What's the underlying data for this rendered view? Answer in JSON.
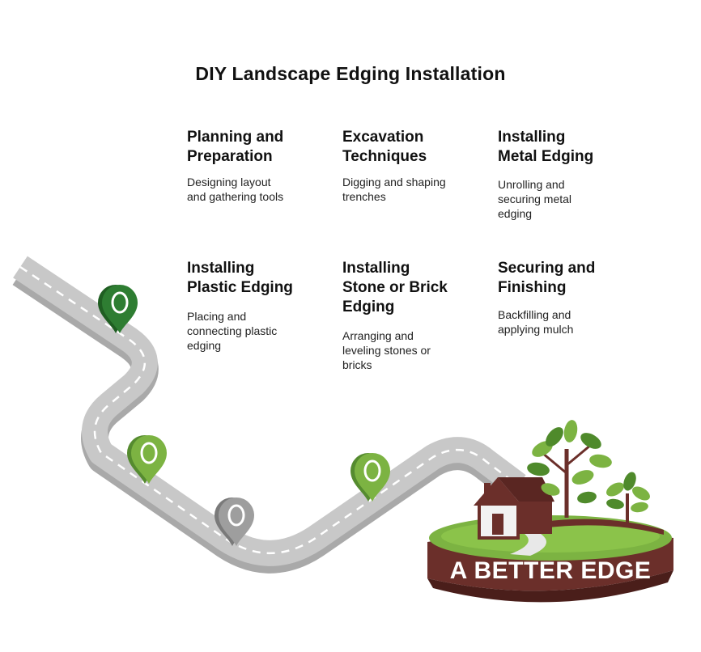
{
  "title": "DIY Landscape Edging Installation",
  "steps": [
    {
      "title_line1": "Planning and",
      "title_line2": "Preparation",
      "title_line3": "",
      "desc_line1": "Designing layout",
      "desc_line2": "and gathering tools",
      "desc_line3": ""
    },
    {
      "title_line1": "Excavation",
      "title_line2": "Techniques",
      "title_line3": "",
      "desc_line1": "Digging and shaping",
      "desc_line2": "trenches",
      "desc_line3": ""
    },
    {
      "title_line1": "Installing",
      "title_line2": "Metal Edging",
      "title_line3": "",
      "desc_line1": "Unrolling and",
      "desc_line2": "securing metal",
      "desc_line3": "edging"
    },
    {
      "title_line1": "Installing",
      "title_line2": "Plastic Edging",
      "title_line3": "",
      "desc_line1": "Placing and",
      "desc_line2": "connecting plastic",
      "desc_line3": "edging"
    },
    {
      "title_line1": "Installing",
      "title_line2": "Stone or Brick",
      "title_line3": "Edging",
      "desc_line1": "Arranging and",
      "desc_line2": "leveling stones or",
      "desc_line3": "bricks"
    },
    {
      "title_line1": "Securing and",
      "title_line2": "Finishing",
      "title_line3": "",
      "desc_line1": "Backfilling and",
      "desc_line2": "applying mulch",
      "desc_line3": ""
    }
  ],
  "logo": {
    "text": "A BETTER EDGE"
  },
  "colors": {
    "road": "#c8c8c8",
    "road_edge": "#a9a9a9",
    "road_line": "#ffffff",
    "pin_dark_green": "#2e7d32",
    "pin_green": "#7cb342",
    "pin_gray": "#9e9e9e",
    "logo_brown": "#6b2f2a",
    "logo_green": "#7cb342",
    "logo_dark_green": "#4f8a2b"
  }
}
